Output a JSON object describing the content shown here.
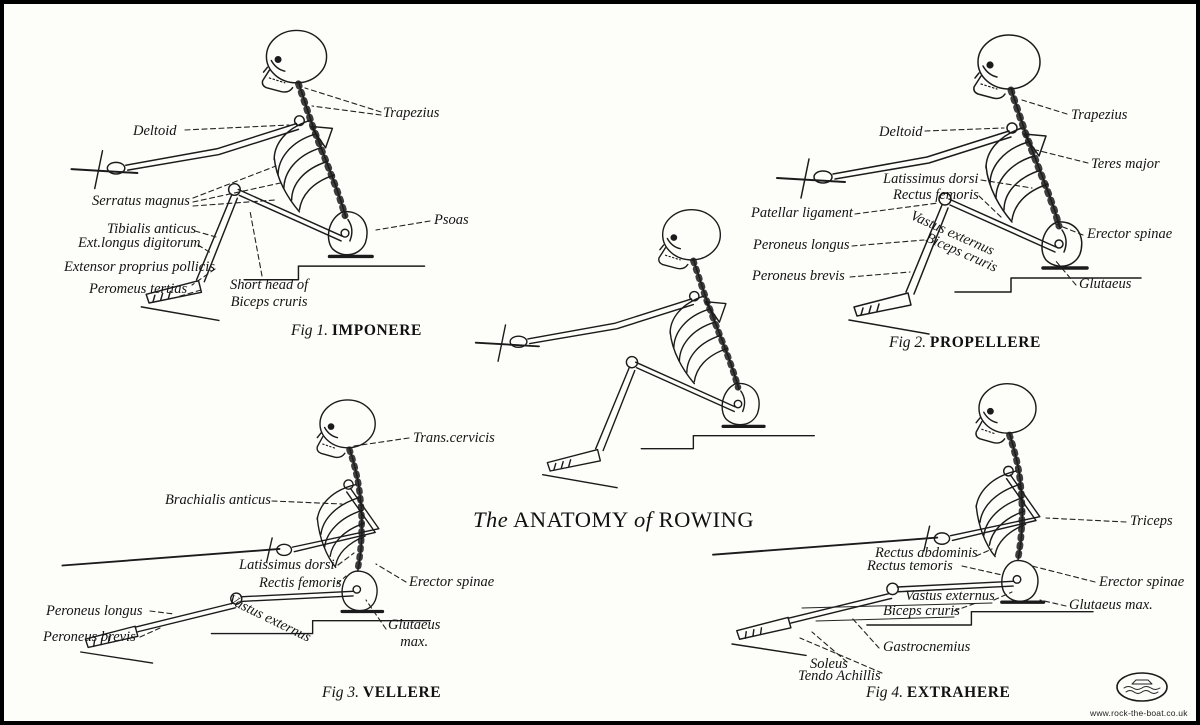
{
  "title": {
    "t1": "The",
    "t2": "ANATOMY",
    "t3": "of",
    "t4": "ROWING"
  },
  "figures": {
    "fig1": {
      "fig": "Fig 1.",
      "name": "IMPONERE",
      "labels": {
        "trapezius": "Trapezius",
        "deltoid": "Deltoid",
        "serratus_magnus": "Serratus magnus",
        "tibialis_anticus": "Tibialis anticus",
        "ext_longus_digitorum": "Ext.longus digitorum",
        "extensor_proprius_pollicis": "Extensor proprius pollicis",
        "peromeus_tertias": "Peromeus tertias",
        "psoas": "Psoas",
        "short_head_biceps_cruris": "Short head of\nBiceps cruris"
      }
    },
    "fig2": {
      "fig": "Fig 2.",
      "name": "PROPELLERE",
      "labels": {
        "deltoid": "Deltoid",
        "trapezius": "Trapezius",
        "teres_major": "Teres major",
        "latissimus_dorsi": "Latissimus dorsi",
        "rectus_femoris": "Rectus femoris",
        "patellar_ligament": "Patellar ligament",
        "vastus_externus": "Vastus externus",
        "biceps_cruris": "Biceps cruris",
        "peroneus_longus": "Peroneus longus",
        "erector_spinae": "Erector spinae",
        "peroneus_brevis": "Peroneus brevis",
        "glutaeus": "Glutaeus"
      }
    },
    "fig3": {
      "fig": "Fig 3.",
      "name": "VELLERE",
      "labels": {
        "trans_cervicis": "Trans.cervicis",
        "brachialis_anticus": "Brachialis anticus",
        "latissimus_dorsi": "Latissimus dorsi",
        "rectis_femoris": "Rectis femoris",
        "vastus_externus": "Vastus externus",
        "erector_spinae": "Erector spinae",
        "peroneus_longus": "Peroneus longus",
        "peroneus_brevis": "Peroneus brevis",
        "glutaeus_max": "Glutaeus\nmax."
      }
    },
    "fig4": {
      "fig": "Fig 4.",
      "name": "EXTRAHERE",
      "labels": {
        "triceps": "Triceps",
        "rectus_abdominis": "Rectus abdominis",
        "rectus_temoris": "Rectus temoris",
        "vastus_externus": "Vastus externus",
        "erector_spinae": "Erector spinae",
        "biceps_cruris": "Biceps cruris",
        "glutaeus_max": "Glutaeus max.",
        "gastrocnemius": "Gastrocnemius",
        "soleus": "Soleus",
        "tendo_achillis": "Tendo Achillis"
      }
    }
  },
  "footer": {
    "url": "www.rock-the-boat.co.uk"
  },
  "colors": {
    "ink": "#1b1b1b",
    "paper": "#fdfdfa"
  }
}
